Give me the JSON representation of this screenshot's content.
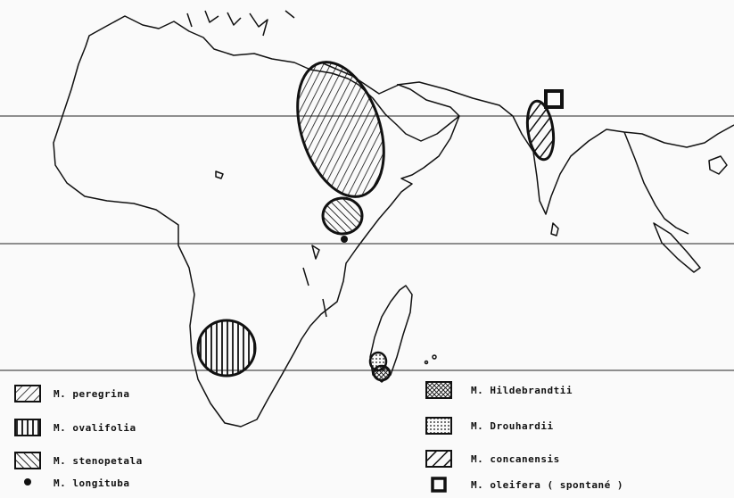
{
  "legend": {
    "peregrina": "M. peregrina",
    "ovalifolia": "M. ovalifolia",
    "stenopetala": "M. stenopetala",
    "longituba": "M. longituba",
    "hildebrandtii": "M. Hildebrandtii",
    "drouhardii": "M. Drouhardii",
    "concanensis": "M. concanensis",
    "oleifera": "M. oleifera  ( spontané )"
  },
  "colors": {
    "ink": "#111111",
    "paper": "#fafafa"
  }
}
